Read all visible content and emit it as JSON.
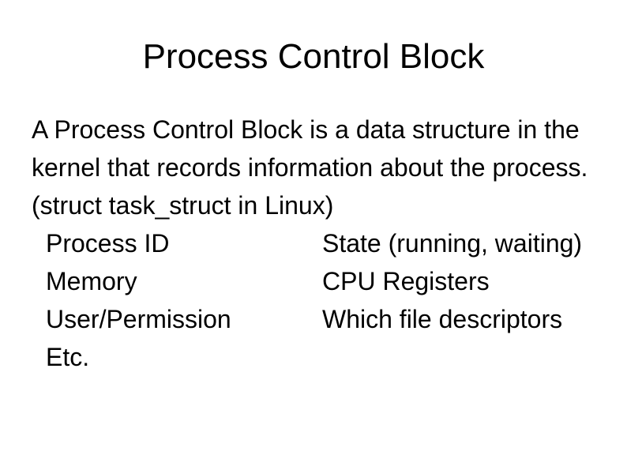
{
  "slide": {
    "title": "Process Control Block",
    "paragraph_lines": [
      "A Process Control Block is a data structure in the",
      "kernel that records information about the process.",
      "(struct task_struct in Linux)"
    ],
    "attributes": {
      "rows": [
        {
          "left": "Process ID",
          "right": "State (running, waiting)"
        },
        {
          "left": "Memory",
          "right": "CPU Registers"
        },
        {
          "left": "User/Permission",
          "right": "Which file descriptors"
        },
        {
          "left": "Etc.",
          "right": ""
        }
      ]
    },
    "colors": {
      "background": "#ffffff",
      "text": "#000000"
    }
  }
}
